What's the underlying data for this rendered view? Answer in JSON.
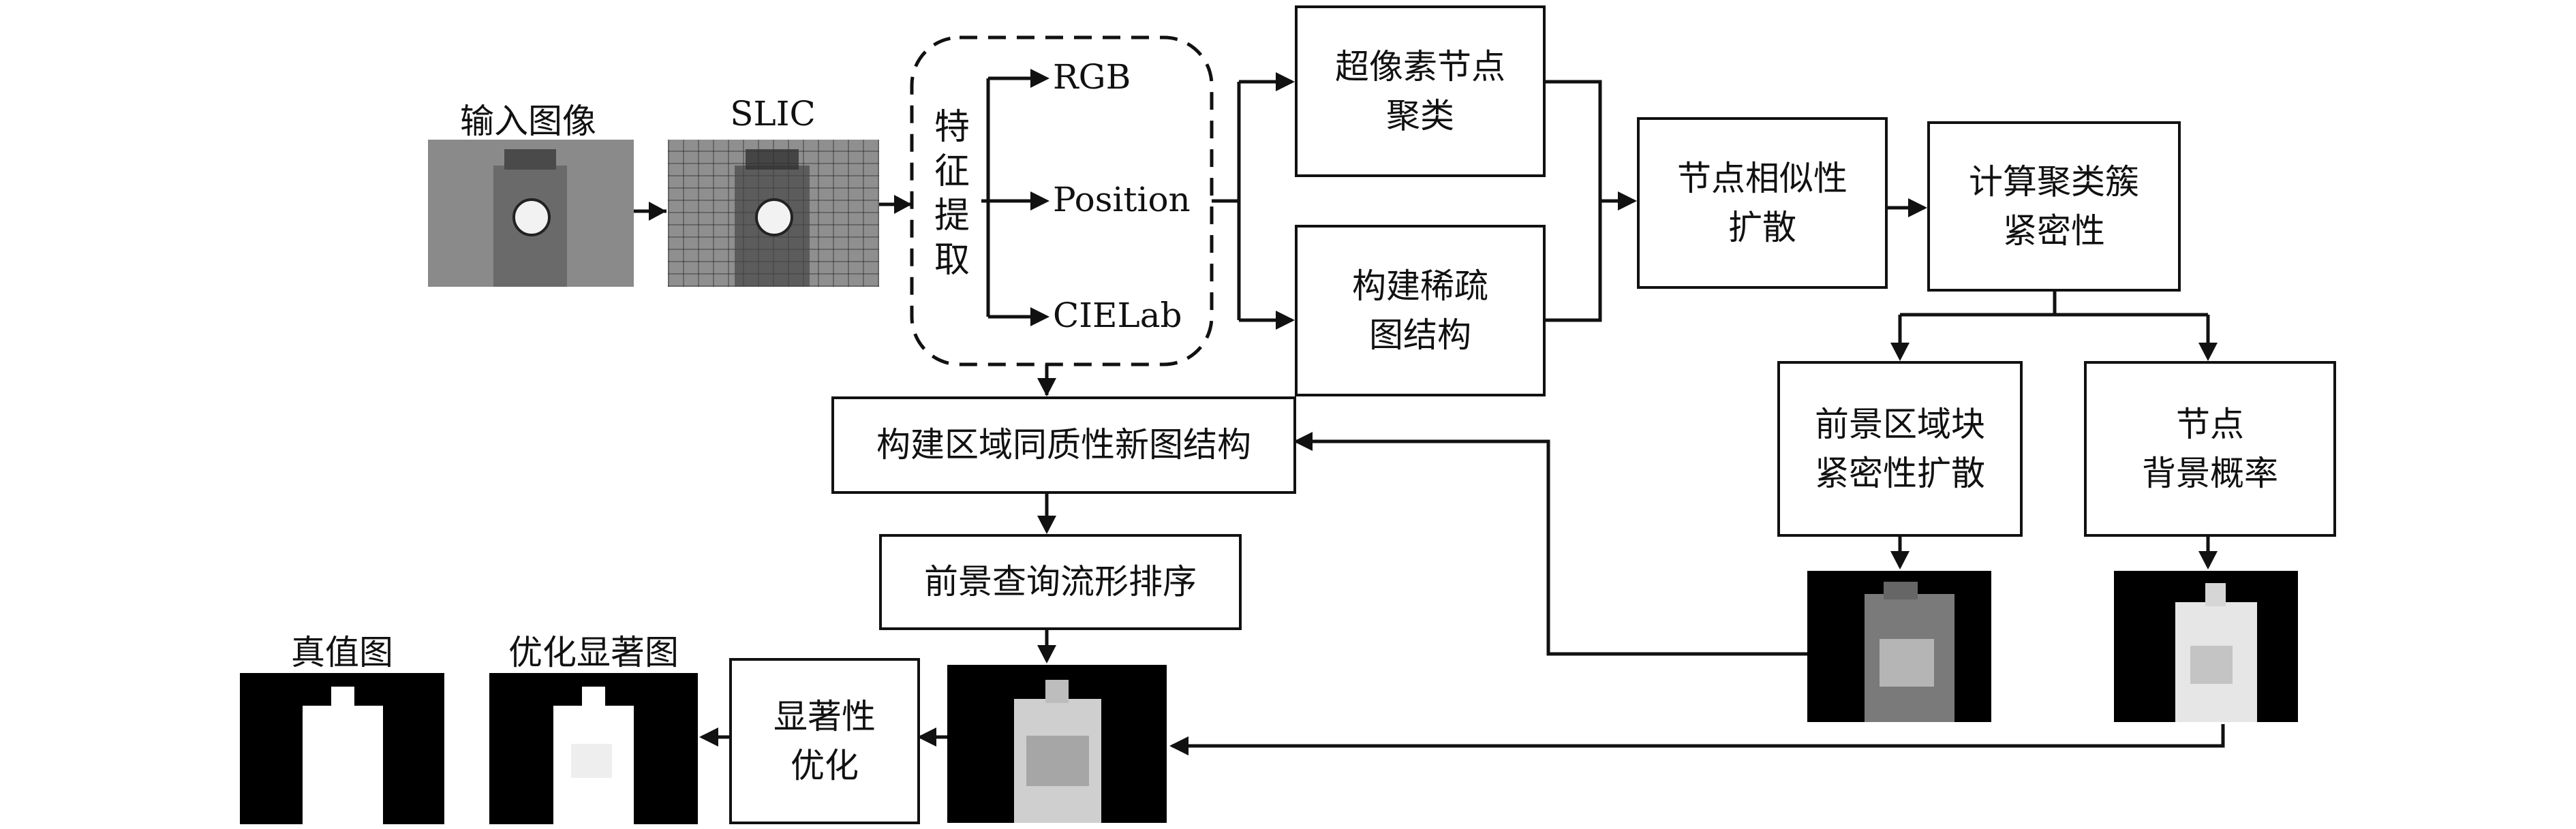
{
  "images": {
    "input": "输入图像",
    "slic": "SLIC",
    "ground_truth": "真值图",
    "optimized": "优化显著图"
  },
  "feature": {
    "label": [
      "特",
      "征",
      "提",
      "取"
    ],
    "rgb": "RGB",
    "position": "Position",
    "cielab": "CIELab"
  },
  "boxes": {
    "superpixel_cluster": [
      "超像素节点",
      "聚类"
    ],
    "sparse_graph": [
      "构建稀疏",
      "图结构"
    ],
    "node_similarity": [
      "节点相似性",
      "扩散"
    ],
    "cluster_compactness": [
      "计算聚类簇",
      "紧密性"
    ],
    "foreground_region": [
      "前景区域块",
      "紧密性扩散"
    ],
    "node_background": [
      "节点",
      "背景概率"
    ],
    "region_graph": "构建区域同质性新图结构",
    "manifold_ranking": "前景查询流形排序",
    "saliency_opt": [
      "显著性",
      "优化"
    ]
  },
  "colors": {
    "line": "#111111",
    "background": "#ffffff",
    "map_background": "#000000",
    "photo_gray": "#8a8a8a"
  }
}
